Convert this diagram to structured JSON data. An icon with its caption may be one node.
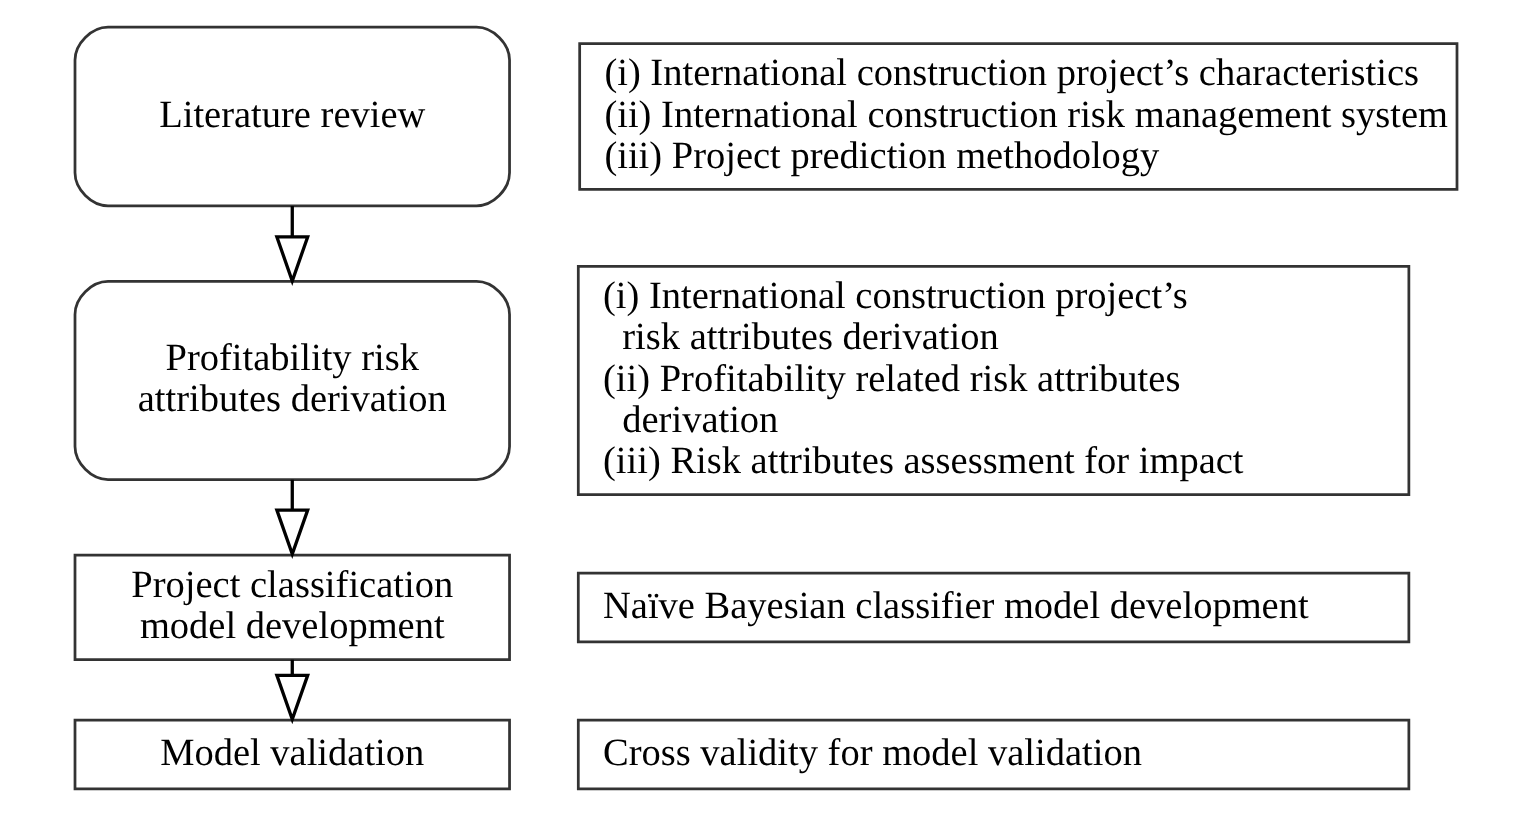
{
  "diagram": {
    "nodes": [
      {
        "text": [
          "Literature review"
        ]
      },
      {
        "text": [
          "(i) International construction project’s characteristics",
          "(ii) International construction risk management system",
          "(iii) Project prediction methodology"
        ]
      },
      {
        "text": [
          "Profitability risk attributes derivation"
        ]
      },
      {
        "text": [
          "(i) International construction project’s risk attributes derivation",
          "(ii) Profitability related risk attributes derivation",
          "(iii) Risk attributes assessment for impact"
        ]
      },
      {
        "text": [
          "Project classification model development"
        ]
      },
      {
        "text": [
          "Naïve Bayesian classifier model development"
        ]
      },
      {
        "text": [
          "Model validation"
        ]
      },
      {
        "text": [
          "Cross validity for model validation"
        ]
      }
    ],
    "edges": [
      {
        "from": 0,
        "to": 2,
        "arrow": "to"
      },
      {
        "from": 2,
        "to": 4,
        "arrow": "to"
      },
      {
        "from": 4,
        "to": 6,
        "arrow": "to"
      }
    ]
  }
}
